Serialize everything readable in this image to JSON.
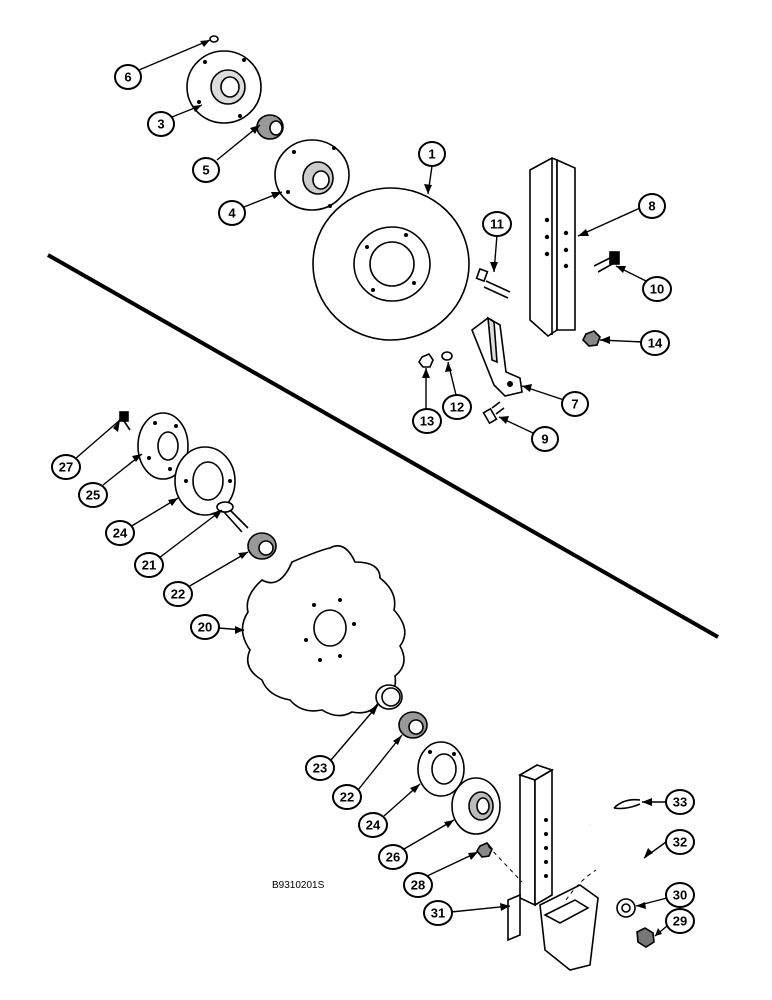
{
  "figure_code": "B9310201S",
  "callouts": [
    {
      "num": "1"
    },
    {
      "num": "3"
    },
    {
      "num": "4"
    },
    {
      "num": "5"
    },
    {
      "num": "6"
    },
    {
      "num": "7"
    },
    {
      "num": "8"
    },
    {
      "num": "9"
    },
    {
      "num": "10"
    },
    {
      "num": "11"
    },
    {
      "num": "12"
    },
    {
      "num": "13"
    },
    {
      "num": "14"
    },
    {
      "num": "20"
    },
    {
      "num": "21"
    },
    {
      "num": "22"
    },
    {
      "num": "23"
    },
    {
      "num": "22"
    },
    {
      "num": "24"
    },
    {
      "num": "25"
    },
    {
      "num": "24"
    },
    {
      "num": "26"
    },
    {
      "num": "27"
    },
    {
      "num": "28"
    },
    {
      "num": "29"
    },
    {
      "num": "30"
    },
    {
      "num": "31"
    },
    {
      "num": "32"
    },
    {
      "num": "33"
    }
  ]
}
